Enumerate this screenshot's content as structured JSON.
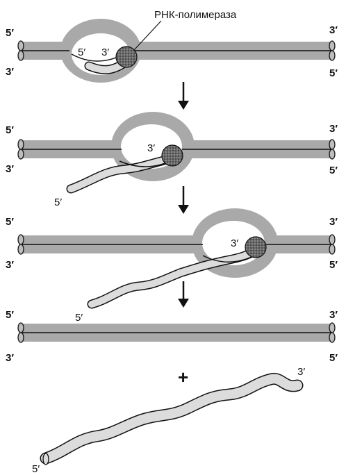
{
  "enzyme_label": "РНК-полимераза",
  "plus_sign": "+",
  "end_5": "5′",
  "end_3": "3′",
  "colors": {
    "dna": "#a9a9a9",
    "rna": "#dcdcdc",
    "outline": "#111111",
    "polymerase": "#6a6a6a"
  },
  "steps": [
    {
      "name": "initiation",
      "left_top": "5′",
      "left_bottom": "3′",
      "right_top": "3′",
      "right_bottom": "5′",
      "rna_5": "5′",
      "rna_3": "3′"
    },
    {
      "name": "elongation-1",
      "left_top": "5′",
      "left_bottom": "3′",
      "right_top": "3′",
      "right_bottom": "5′",
      "rna_5": "5′",
      "rna_3": "3′"
    },
    {
      "name": "elongation-2",
      "left_top": "5′",
      "left_bottom": "3′",
      "right_top": "3′",
      "right_bottom": "5′",
      "rna_5": "5′",
      "rna_3": "3′"
    },
    {
      "name": "termination",
      "left_top": "5′",
      "left_bottom": "3′",
      "right_top": "3′",
      "right_bottom": "5′",
      "rna_5": "5′",
      "rna_3": "3′"
    }
  ]
}
